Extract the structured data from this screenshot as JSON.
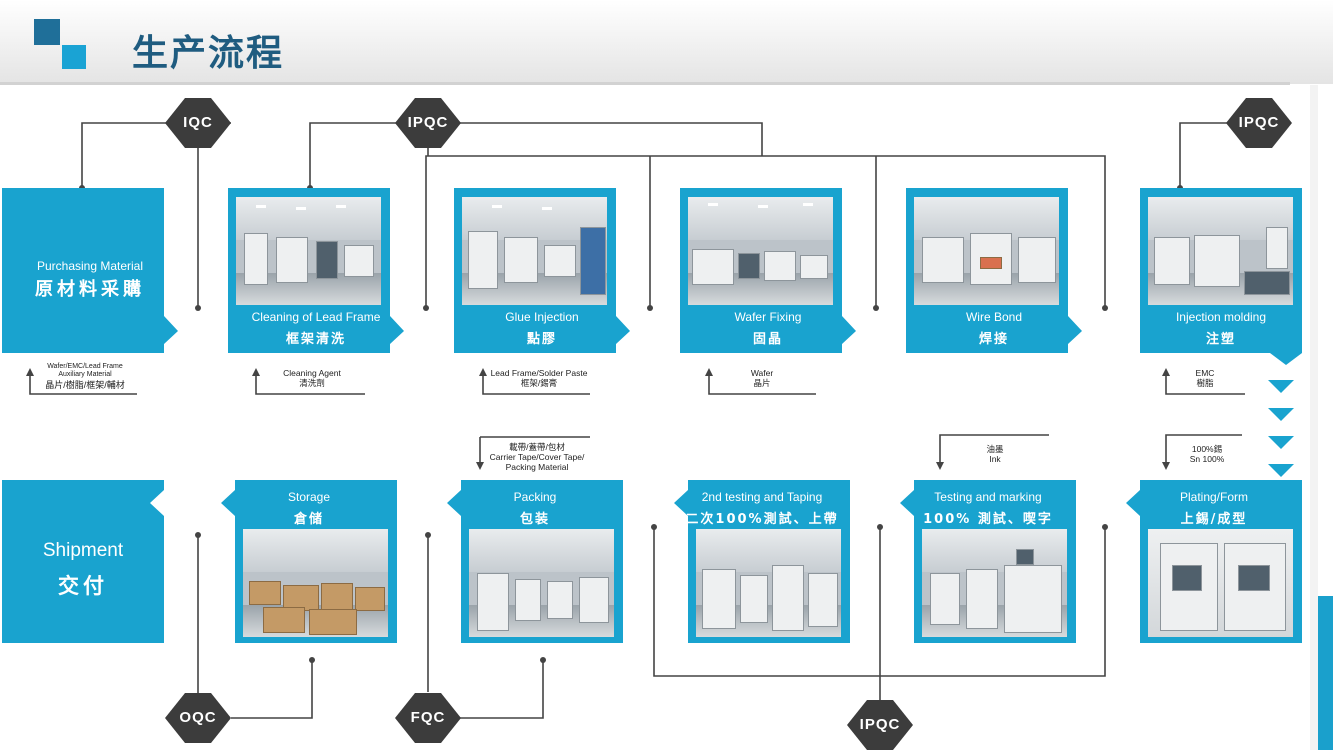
{
  "title": "生产流程",
  "colors": {
    "accent": "#19a3cf",
    "title": "#1f5c80",
    "diamond": "#3c3c3c",
    "line": "#444444"
  },
  "top_row": [
    {
      "en": "Purchasing Material",
      "cn": "原材料采購",
      "material": [
        "Wafer/EMC/Lead Frame",
        "Auxiliary Material",
        "晶片/樹脂/框架/輔材"
      ]
    },
    {
      "en": "Cleaning of Lead Frame",
      "cn": "框架清洗",
      "material": [
        "Cleaning Agent",
        "清洗劑"
      ]
    },
    {
      "en": "Glue Injection",
      "cn": "點膠",
      "material": [
        "Lead Frame/Solder Paste",
        "框架/錫膏"
      ]
    },
    {
      "en": "Wafer Fixing",
      "cn": "固晶",
      "material": [
        "Wafer",
        "晶片"
      ]
    },
    {
      "en": "Wire Bond",
      "cn": "焊接",
      "material": []
    },
    {
      "en": "Injection molding",
      "cn": "注塑",
      "material": [
        "EMC",
        "樹脂"
      ]
    }
  ],
  "bottom_row": [
    {
      "en": "Shipment",
      "cn": "交付"
    },
    {
      "en": "Storage",
      "cn": "倉储"
    },
    {
      "en": "Packing",
      "cn": "包装",
      "material": [
        "載帶/蓋帶/包材",
        "Carrier Tape/Cover Tape/",
        "Packing Material"
      ]
    },
    {
      "en": "2nd testing and Taping",
      "cn": "二次100%測試、上帶"
    },
    {
      "en": "Testing and marking",
      "cn": "100% 測試、喫字",
      "material": [
        "油墨",
        "Ink"
      ]
    },
    {
      "en": "Plating/Form",
      "cn": "上錫/成型",
      "material": [
        "100%錫",
        "Sn 100%"
      ]
    }
  ],
  "qc": {
    "iqc": "IQC",
    "ipqc": "IPQC",
    "oqc": "OQC",
    "fqc": "FQC"
  }
}
